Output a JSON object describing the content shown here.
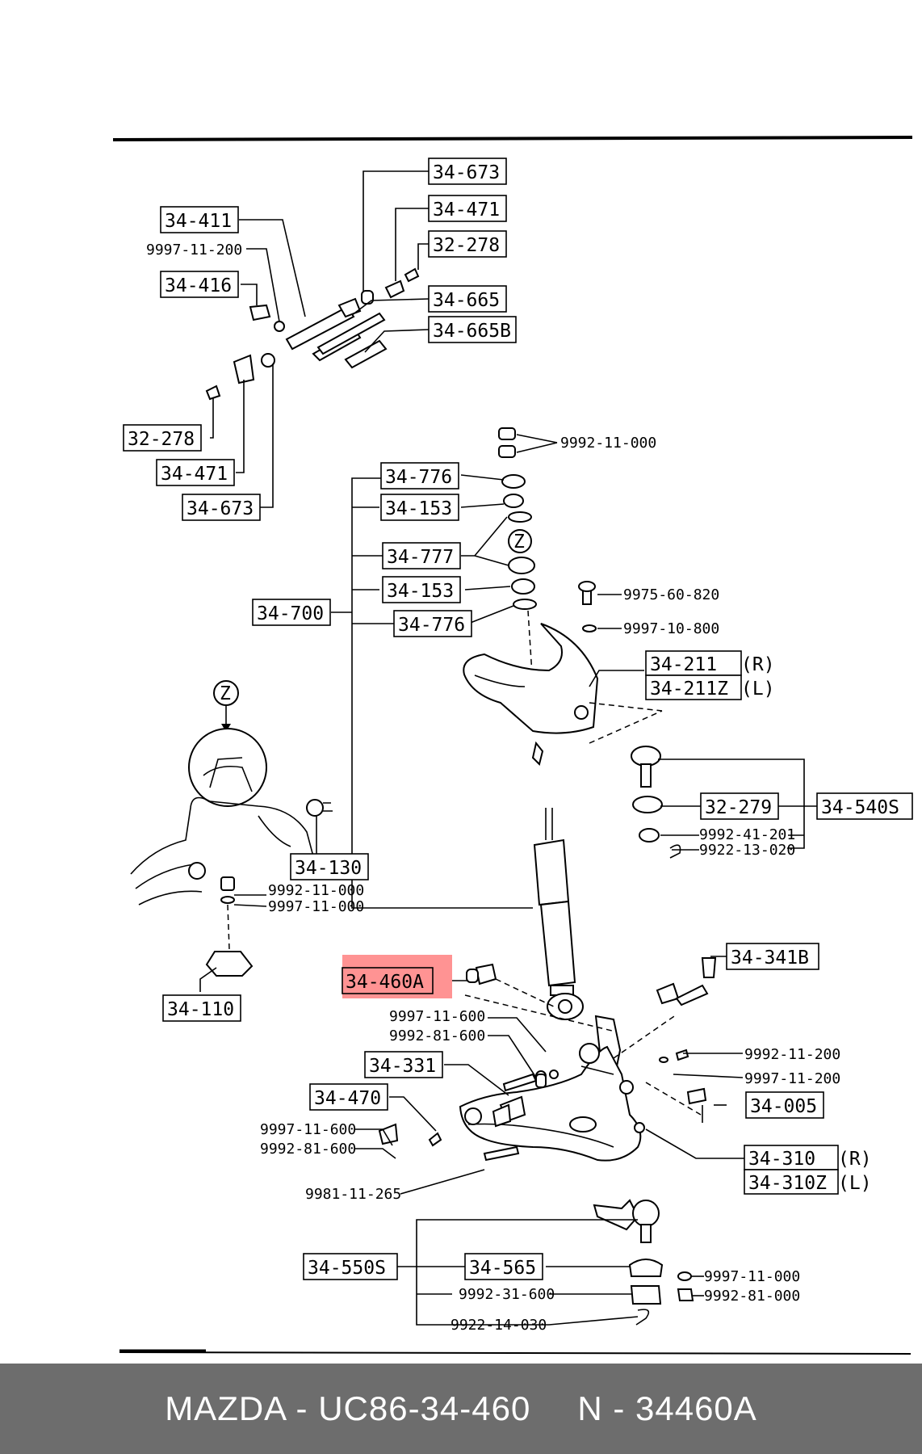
{
  "diagram": {
    "labels": {
      "l_34_673_top": "34-673",
      "l_34_471_top": "34-471",
      "l_32_278_top": "32-278",
      "l_34_665": "34-665",
      "l_34_665b": "34-665B",
      "l_34_411": "34-411",
      "l_9997_11_200_a": "9997-11-200",
      "l_34_416": "34-416",
      "l_32_278_bot": "32-278",
      "l_34_471_bot": "34-471",
      "l_34_673_bot": "34-673",
      "l_9992_11_000_top": "9992-11-000",
      "l_34_776_top": "34-776",
      "l_34_153_top": "34-153",
      "l_34_777": "34-777",
      "l_34_153_bot": "34-153",
      "l_34_700": "34-700",
      "l_34_776_bot": "34-776",
      "l_9975_60_820": "9975-60-820",
      "l_9997_10_800": "9997-10-800",
      "l_34_211": "34-211",
      "l_34_211z": "34-211Z",
      "l_r1": "(R)",
      "l_l1": "(L)",
      "l_32_279": "32-279",
      "l_34_540s": "34-540S",
      "l_9992_41_201": "9992-41-201",
      "l_9922_13_020": "9922-13-020",
      "l_34_130": "34-130",
      "l_9992_11_000_mid": "9992-11-000",
      "l_9997_11_000_mid": "9997-11-000",
      "l_34_110": "34-110",
      "l_34_460a": "34-460A",
      "l_34_341b": "34-341B",
      "l_9997_11_600_a": "9997-11-600",
      "l_9992_81_600_a": "9992-81-600",
      "l_34_331": "34-331",
      "l_9992_11_200": "9992-11-200",
      "l_9997_11_200_b": "9997-11-200",
      "l_34_470": "34-470",
      "l_34_005": "34-005",
      "l_9997_11_600_b": "9997-11-600",
      "l_9992_81_600_b": "9992-81-600",
      "l_34_310": "34-310",
      "l_34_310z": "34-310Z",
      "l_r2": "(R)",
      "l_l2": "(L)",
      "l_9981_11_265": "9981-11-265",
      "l_34_550s": "34-550S",
      "l_34_565": "34-565",
      "l_9997_11_000_bot": "9997-11-000",
      "l_9992_31_600": "9992-31-600",
      "l_9992_81_000": "9992-81-000",
      "l_9922_14_030": "9922-14-030",
      "z1": "Z",
      "z2": "Z"
    },
    "highlight_color": "#ff3b3b"
  },
  "footer": {
    "brand_part": "MAZDA - UC86-34-460",
    "oem_part": "N - 34460A"
  }
}
